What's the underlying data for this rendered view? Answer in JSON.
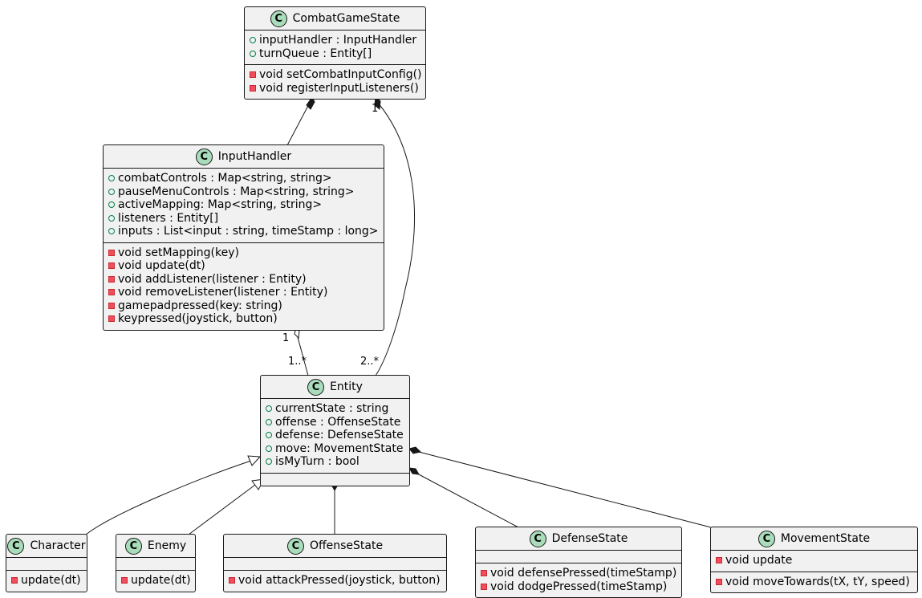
{
  "classes": {
    "combat": {
      "name": "CombatGameState",
      "badge": "C",
      "attributes": [
        {
          "vis": "public",
          "text": "inputHandler : InputHandler"
        },
        {
          "vis": "public",
          "text": "turnQueue : Entity[]"
        }
      ],
      "methods": [
        {
          "vis": "private",
          "text": "void setCombatInputConfig()"
        },
        {
          "vis": "private",
          "text": "void registerInputListeners()"
        }
      ]
    },
    "input": {
      "name": "InputHandler",
      "badge": "C",
      "attributes": [
        {
          "vis": "public",
          "text": "combatControls : Map<string, string>"
        },
        {
          "vis": "public",
          "text": "pauseMenuControls : Map<string, string>"
        },
        {
          "vis": "public",
          "text": "activeMapping: Map<string, string>"
        },
        {
          "vis": "public",
          "text": "listeners : Entity[]"
        },
        {
          "vis": "public",
          "text": "inputs : List<input : string, timeStamp : long>"
        }
      ],
      "methods": [
        {
          "vis": "private",
          "text": "void setMapping(key)"
        },
        {
          "vis": "private",
          "text": "void update(dt)"
        },
        {
          "vis": "private",
          "text": "void addListener(listener : Entity)"
        },
        {
          "vis": "private",
          "text": "void removeListener(listener : Entity)"
        },
        {
          "vis": "private",
          "text": "gamepadpressed(key: string)"
        },
        {
          "vis": "private",
          "text": "keypressed(joystick, button)"
        }
      ]
    },
    "entity": {
      "name": "Entity",
      "badge": "C",
      "attributes": [
        {
          "vis": "public",
          "text": "currentState : string"
        },
        {
          "vis": "public",
          "text": "offense : OffenseState"
        },
        {
          "vis": "public",
          "text": "defense: DefenseState"
        },
        {
          "vis": "public",
          "text": "move: MovementState"
        },
        {
          "vis": "public",
          "text": "isMyTurn : bool"
        }
      ],
      "methods": []
    },
    "character": {
      "name": "Character",
      "badge": "C",
      "attributes": [],
      "methods": [
        {
          "vis": "private",
          "text": "update(dt)"
        }
      ]
    },
    "enemy": {
      "name": "Enemy",
      "badge": "C",
      "attributes": [],
      "methods": [
        {
          "vis": "private",
          "text": "update(dt)"
        }
      ]
    },
    "offense": {
      "name": "OffenseState",
      "badge": "C",
      "attributes": [],
      "methods": [
        {
          "vis": "private",
          "text": "void attackPressed(joystick, button)"
        }
      ]
    },
    "defense": {
      "name": "DefenseState",
      "badge": "C",
      "attributes": [],
      "methods": [
        {
          "vis": "private",
          "text": "void defensePressed(timeStamp)"
        },
        {
          "vis": "private",
          "text": "void dodgePressed(timeStamp)"
        }
      ]
    },
    "movement": {
      "name": "MovementState",
      "badge": "C",
      "attributes": [
        {
          "vis": "private",
          "text": "void update"
        }
      ],
      "methods": [
        {
          "vis": "private",
          "text": "void moveTowards(tX, tY, speed)"
        }
      ]
    }
  },
  "multiplicities": {
    "combat_entity_source": "1",
    "combat_entity_target": "2..*",
    "input_entity_source": "1",
    "input_entity_target": "1..*"
  }
}
